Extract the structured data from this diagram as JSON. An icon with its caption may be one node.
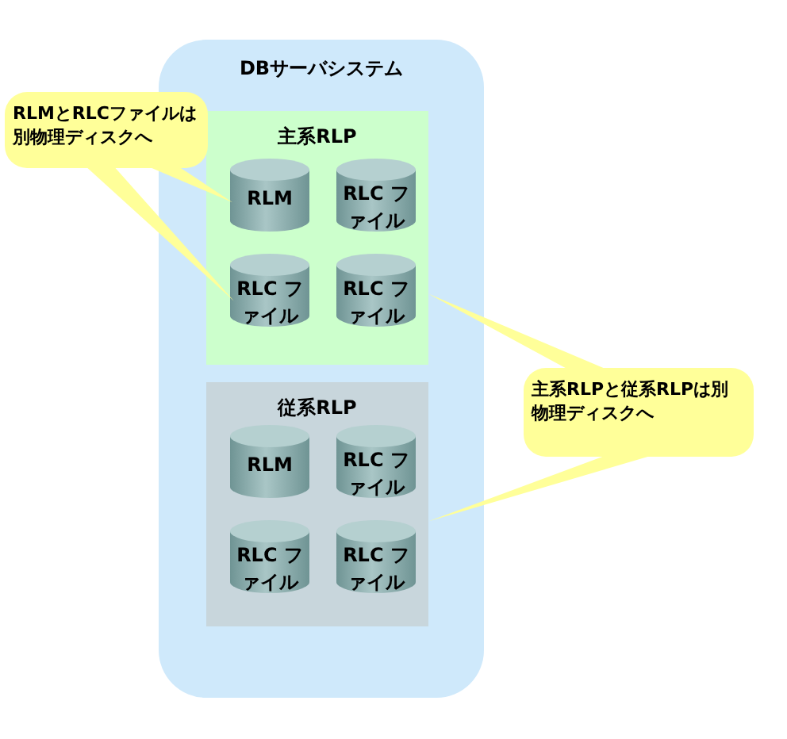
{
  "diagram": {
    "nodes": [
      {
        "text": [
          "DBサーバシステム"
        ]
      },
      {
        "text": [
          "主系RLP"
        ],
        "in": 0
      },
      {
        "text": [
          "RLM"
        ],
        "in": 1
      },
      {
        "text": [
          "RLC ファイル"
        ],
        "in": 1
      },
      {
        "text": [
          "RLC ファイル"
        ],
        "in": 1
      },
      {
        "text": [
          "RLC ファイル"
        ],
        "in": 1
      },
      {
        "text": [
          "従系RLP"
        ],
        "in": 0
      },
      {
        "text": [
          "RLM"
        ],
        "in": 6
      },
      {
        "text": [
          "RLC ファイル"
        ],
        "in": 6
      },
      {
        "text": [
          "RLC ファイル"
        ],
        "in": 6
      },
      {
        "text": [
          "RLC ファイル"
        ],
        "in": 6
      },
      {
        "text": [
          "RLMとRLCファイルは別物理ディスクへ"
        ]
      },
      {
        "text": [
          "主系RLPと従系RLPは別物理ディスクへ"
        ]
      }
    ],
    "edges": [
      {
        "from": 11,
        "to": 2,
        "arrow": "none"
      },
      {
        "from": 11,
        "to": 4,
        "arrow": "none"
      },
      {
        "from": 12,
        "to": 1,
        "arrow": "none"
      },
      {
        "from": 12,
        "to": 6,
        "arrow": "none"
      }
    ]
  }
}
